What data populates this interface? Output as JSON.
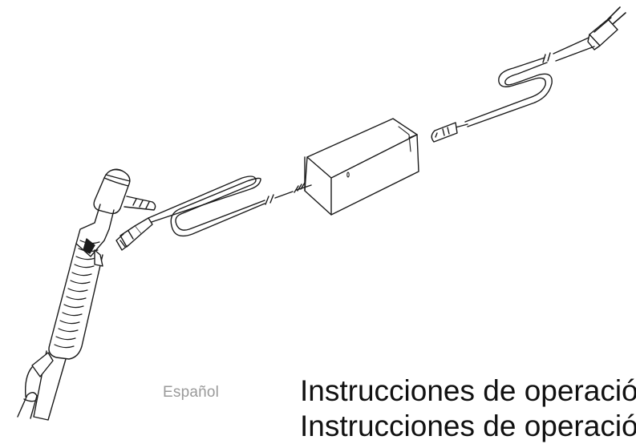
{
  "page": {
    "language_label": "Español",
    "title_line_1": "Instrucciones de operació",
    "title_line_2": "Instrucciones de operación"
  },
  "illustration": {
    "description_icons": [
      "power-supply-unit",
      "humidifier-tube",
      "power-cord",
      "plug"
    ],
    "ink_color": "#1a1a1a"
  }
}
